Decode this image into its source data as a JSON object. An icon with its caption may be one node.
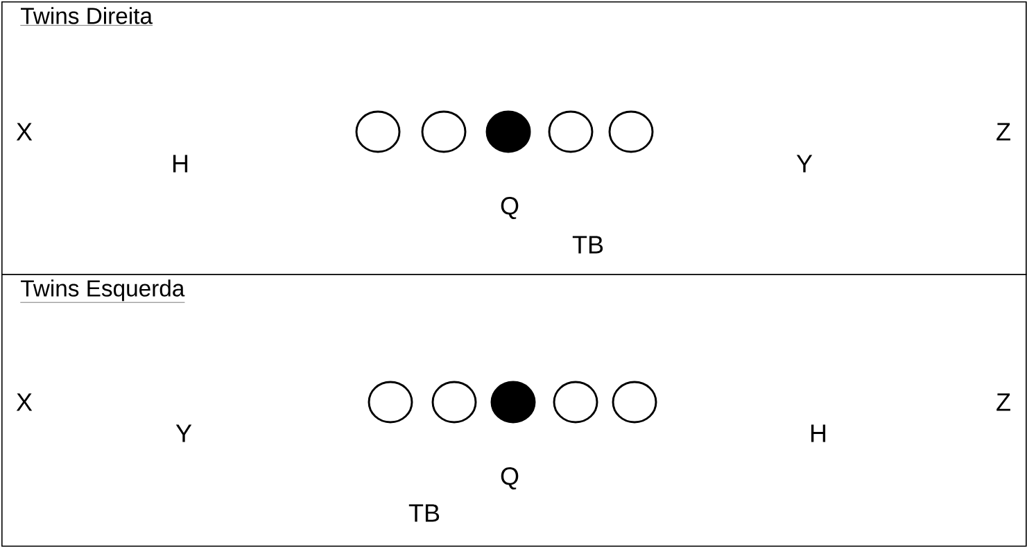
{
  "diagram": {
    "nodes": [
      {
        "text": [
          "Twins Direita"
        ]
      },
      {
        "text": [],
        "shape": "circle",
        "in": 0
      },
      {
        "text": [],
        "shape": "circle",
        "in": 0
      },
      {
        "text": [],
        "shape": "circle",
        "in": 0
      },
      {
        "text": [],
        "shape": "circle",
        "in": 0
      },
      {
        "text": [],
        "shape": "circle",
        "in": 0
      },
      {
        "text": [
          "Twins Esquerda"
        ]
      },
      {
        "text": [],
        "shape": "circle",
        "in": 6
      },
      {
        "text": [],
        "shape": "circle",
        "in": 6
      },
      {
        "text": [],
        "shape": "circle",
        "in": 6
      },
      {
        "text": [],
        "shape": "circle",
        "in": 6
      },
      {
        "text": [],
        "shape": "circle",
        "in": 6
      }
    ],
    "labels": [
      "X",
      "Z",
      "H",
      "Y",
      "Q",
      "TB",
      "X",
      "Z",
      "Y",
      "H",
      "Q",
      "TB"
    ]
  }
}
